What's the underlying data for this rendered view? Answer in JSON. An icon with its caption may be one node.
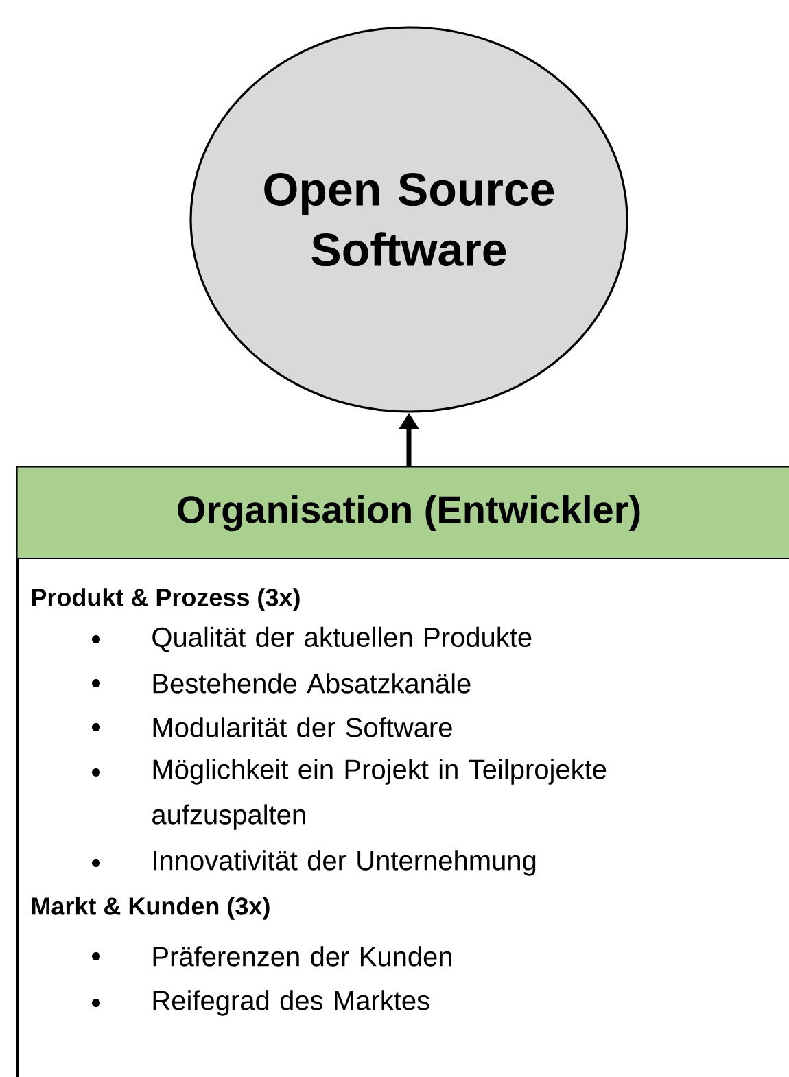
{
  "diagram": {
    "nodes": [
      {
        "text": [
          "Open Source Software"
        ]
      },
      {
        "text": [
          "Organisation (Entwickler)",
          "Produkt & Prozess (3x)",
          "Qualität der aktuellen Produkte",
          "Bestehende Absatzkanäle",
          "Modularität der Software",
          "Möglichkeit ein Projekt in Teilprojekte aufzuspalten",
          "Innovativität der Unternehmung",
          "Markt & Kunden (3x)",
          "Präferenzen der Kunden",
          "Reifegrad des Marktes"
        ]
      }
    ],
    "edges": [
      {
        "from": 1,
        "to": 0,
        "arrow": "to"
      }
    ]
  }
}
